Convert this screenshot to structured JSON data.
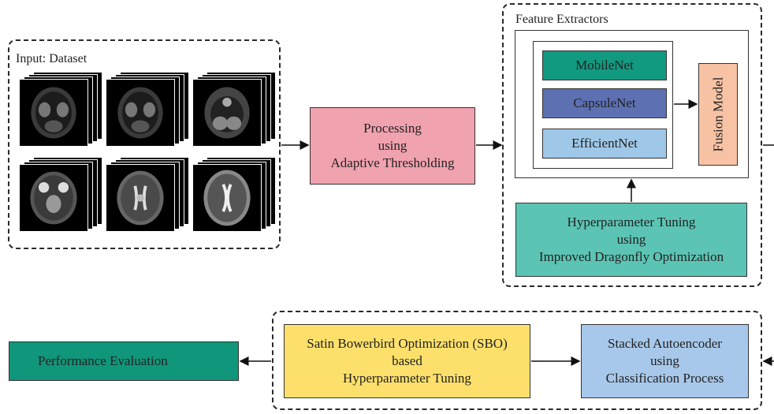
{
  "colors": {
    "teal_dark": "#119a80",
    "indigo": "#5d70b2",
    "light_blue": "#9fc8e8",
    "peach": "#f8c3a4",
    "pink": "#f0a2ae",
    "teal_light": "#5cc4b4",
    "yellow": "#fde06b",
    "sky": "#a7c8ea",
    "green_dark": "#10967a"
  },
  "input": {
    "label": "Input: Dataset",
    "images": [
      {
        "id": "mri-1",
        "kind": "skull-base"
      },
      {
        "id": "mri-2",
        "kind": "skull-base"
      },
      {
        "id": "mri-3",
        "kind": "cerebellum"
      },
      {
        "id": "mri-4",
        "kind": "midbrain"
      },
      {
        "id": "mri-5",
        "kind": "ventricles"
      },
      {
        "id": "mri-6",
        "kind": "cortex"
      }
    ]
  },
  "processing": {
    "text": "Processing\nusing\nAdaptive Thresholding"
  },
  "feature_extractors": {
    "title": "Feature Extractors",
    "models": [
      "MobileNet",
      "CapsuleNet",
      "EfficientNet"
    ],
    "fusion": "Fusion Model",
    "tuning": "Hyperparameter Tuning\nusing\nImproved Dragonfly Optimization"
  },
  "classification": {
    "sbo": "Satin Bowerbird Optimization (SBO)\nbased\nHyperparameter Tuning",
    "autoencoder": "Stacked Autoencoder\nusing\nClassification Process"
  },
  "output": {
    "text": "Performance Evaluation"
  }
}
